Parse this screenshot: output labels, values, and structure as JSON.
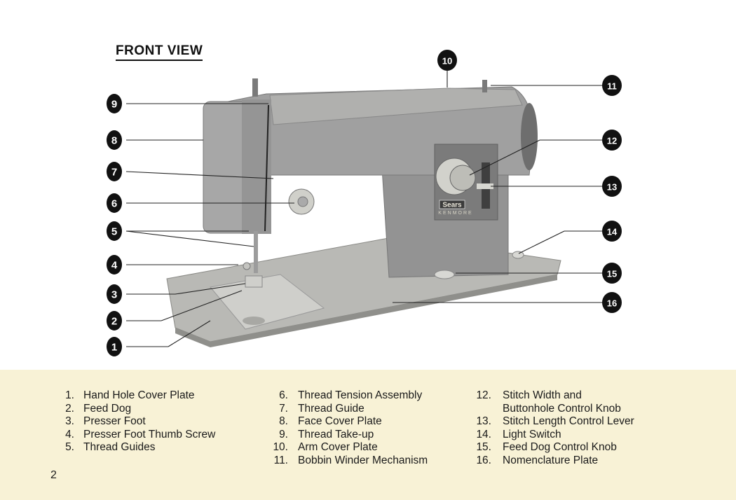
{
  "title": "FRONT VIEW",
  "page_number": "2",
  "badge": {
    "brand": "Sears",
    "model": "KENMORE"
  },
  "callouts": [
    {
      "n": "1",
      "label": "1"
    },
    {
      "n": "2",
      "label": "2"
    },
    {
      "n": "3",
      "label": "3"
    },
    {
      "n": "4",
      "label": "4"
    },
    {
      "n": "5",
      "label": "5"
    },
    {
      "n": "6",
      "label": "6"
    },
    {
      "n": "7",
      "label": "7"
    },
    {
      "n": "8",
      "label": "8"
    },
    {
      "n": "9",
      "label": "9"
    },
    {
      "n": "10",
      "label": "10"
    },
    {
      "n": "11",
      "label": "11"
    },
    {
      "n": "12",
      "label": "12"
    },
    {
      "n": "13",
      "label": "13"
    },
    {
      "n": "14",
      "label": "14"
    },
    {
      "n": "15",
      "label": "15"
    },
    {
      "n": "16",
      "label": "16"
    }
  ],
  "legend": {
    "col1": [
      {
        "num": "1.",
        "text": "Hand Hole Cover Plate"
      },
      {
        "num": "2.",
        "text": "Feed Dog"
      },
      {
        "num": "3.",
        "text": "Presser Foot"
      },
      {
        "num": "4.",
        "text": "Presser Foot Thumb Screw"
      },
      {
        "num": "5.",
        "text": "Thread Guides"
      }
    ],
    "col2": [
      {
        "num": "6.",
        "text": "Thread Tension Assembly"
      },
      {
        "num": "7.",
        "text": "Thread Guide"
      },
      {
        "num": "8.",
        "text": "Face Cover Plate"
      },
      {
        "num": "9.",
        "text": "Thread Take-up"
      },
      {
        "num": "10.",
        "text": "Arm Cover Plate"
      },
      {
        "num": "11.",
        "text": "Bobbin Winder Mechanism"
      }
    ],
    "col3": [
      {
        "num": "12.",
        "text": "Stitch Width and",
        "cont": "Buttonhole Control Knob"
      },
      {
        "num": "13.",
        "text": "Stitch Length Control Lever"
      },
      {
        "num": "14.",
        "text": "Light Switch"
      },
      {
        "num": "15.",
        "text": "Feed Dog Control Knob"
      },
      {
        "num": "16.",
        "text": "Nomenclature Plate"
      }
    ]
  },
  "colors": {
    "machine_body": "#9a9a9a",
    "machine_dark": "#6f6f6f",
    "bed": "#b8b8b4",
    "lower_band": "#f8f2d6",
    "callout_fill": "#111111"
  }
}
